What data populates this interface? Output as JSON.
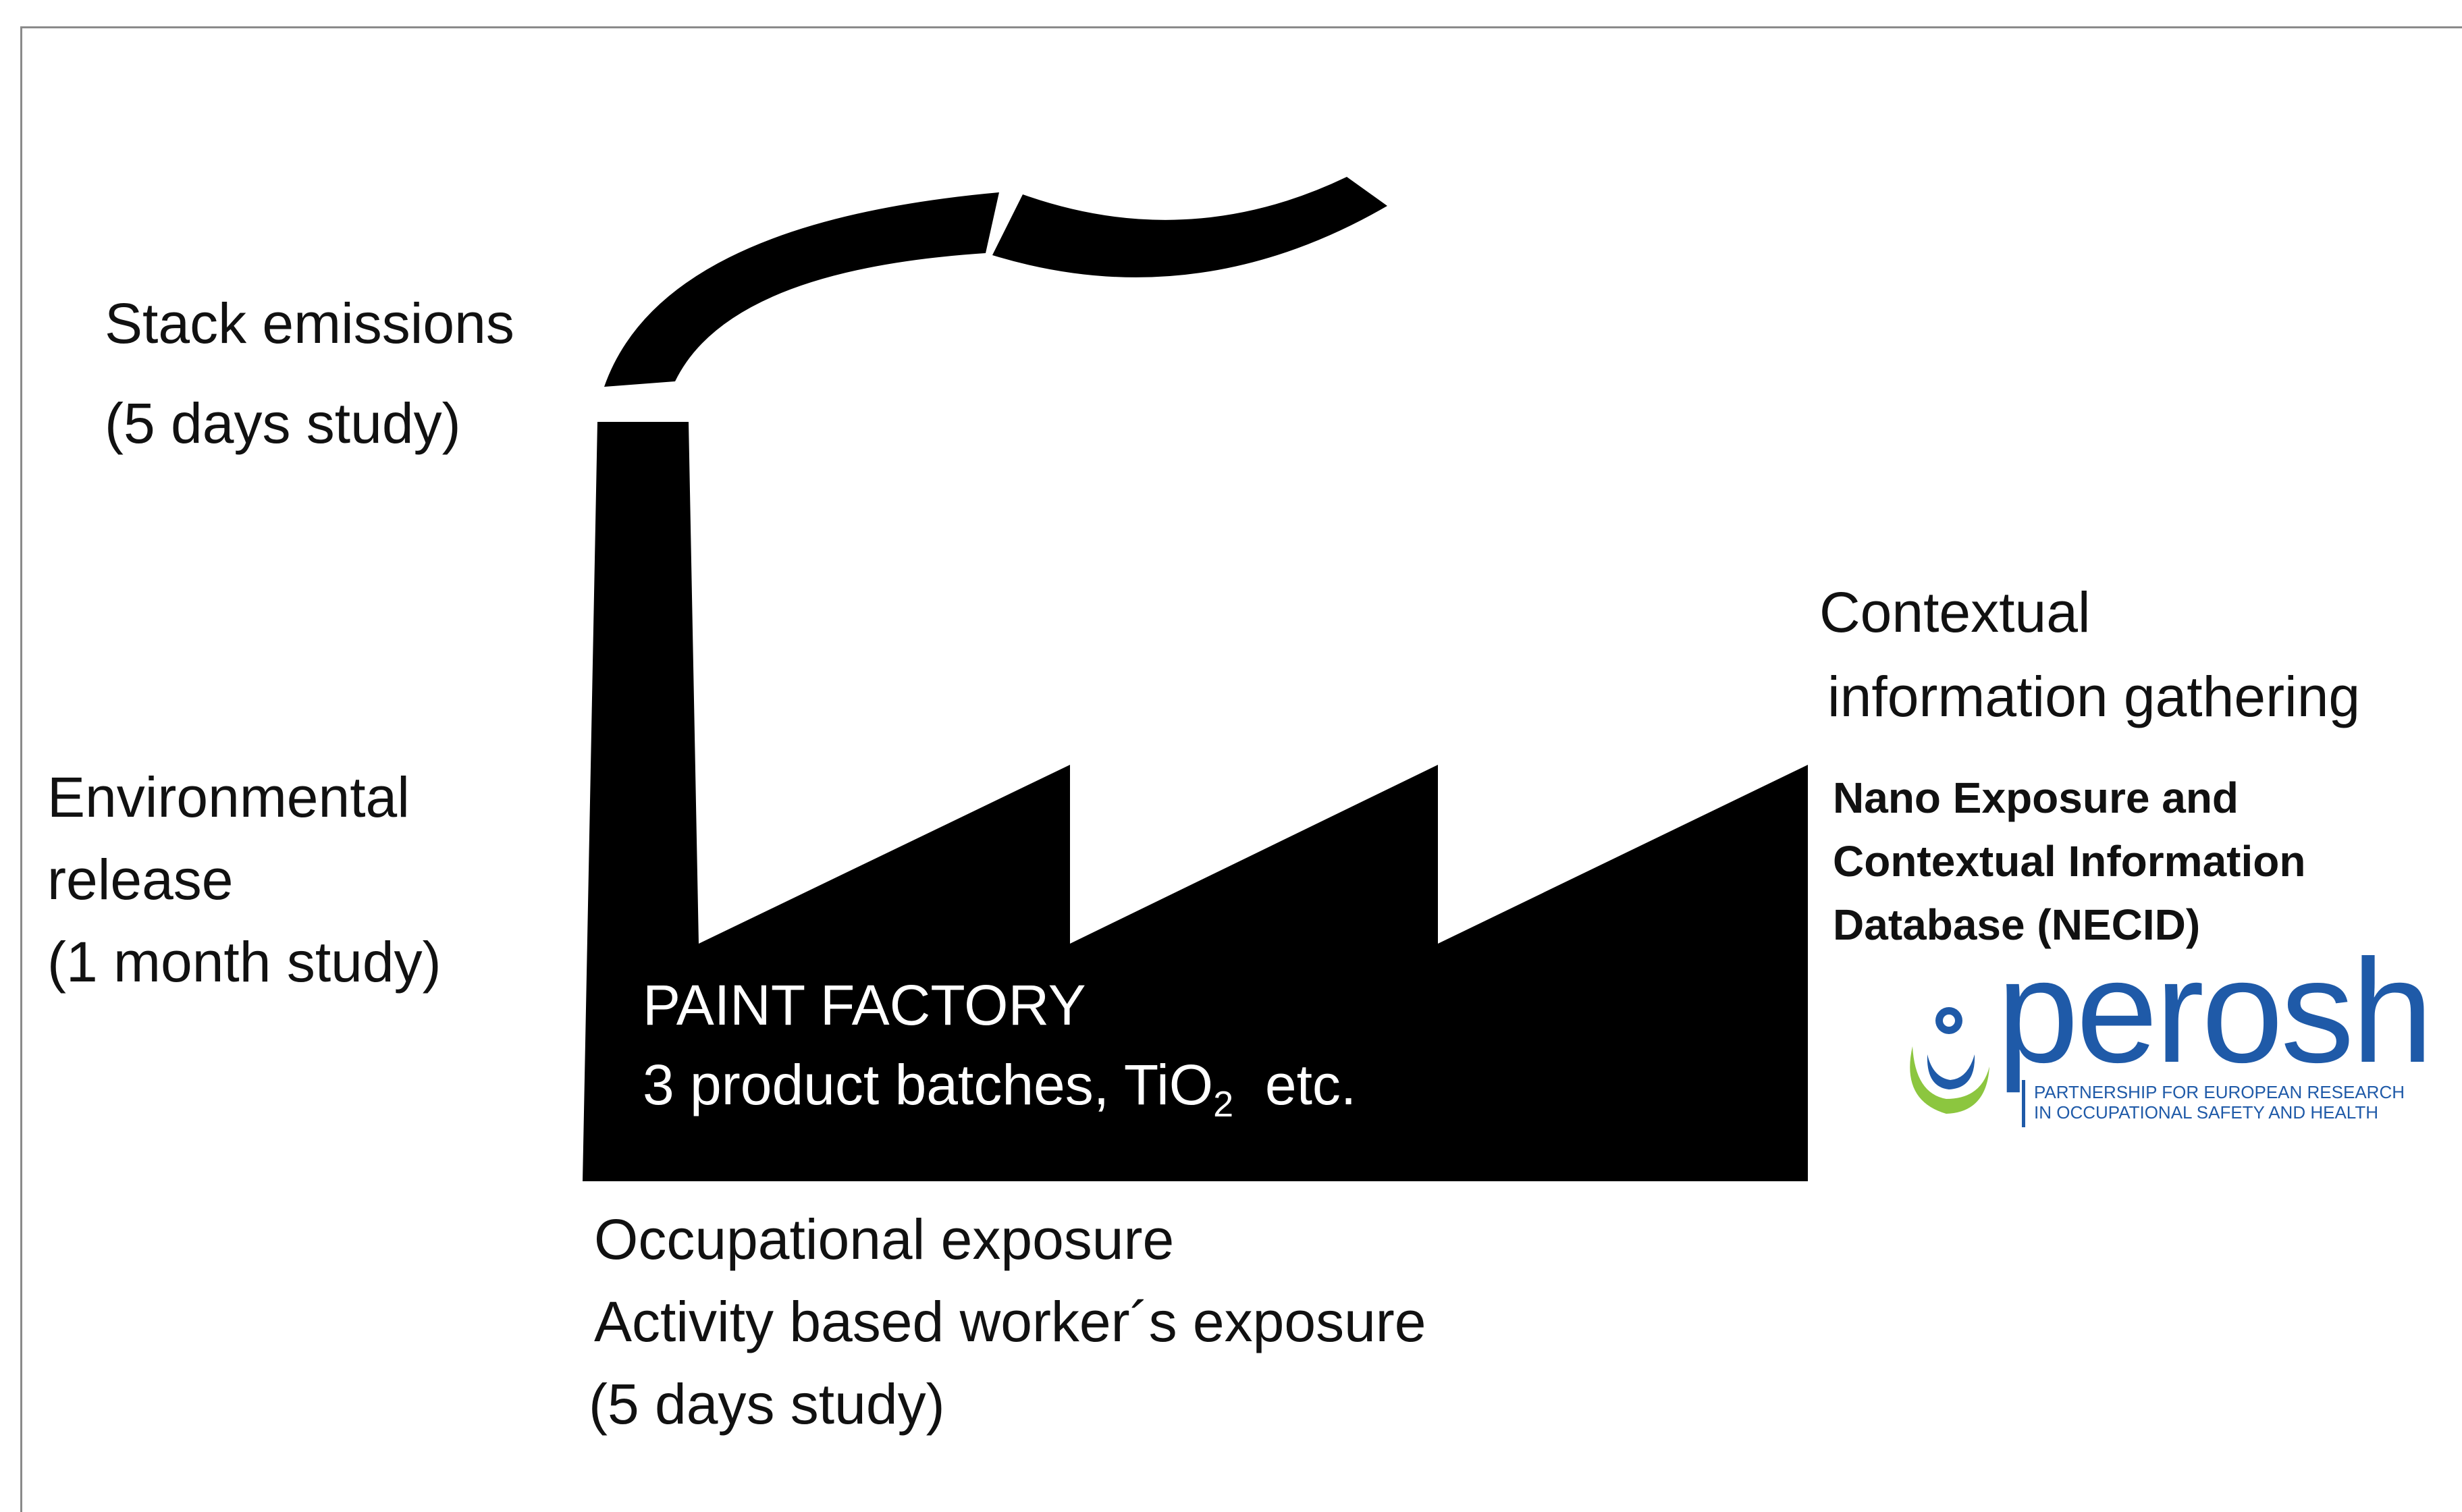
{
  "labels": {
    "stack": {
      "line1": "Stack emissions",
      "line2": "(5 days study)"
    },
    "environmental": {
      "line1": "Environmental",
      "line2": "release",
      "line3": "(1 month study)"
    },
    "contextual": {
      "line1": "Contextual",
      "line2": "information gathering"
    },
    "occupational": {
      "line1": "Occupational exposure",
      "line2": "Activity based worker´s exposure",
      "line3": "(5 days study)"
    }
  },
  "factory": {
    "title": "PAINT FACTORY",
    "line2_prefix": "3 product batches, TiO",
    "line2_sub": "2",
    "line2_suffix": "  etc."
  },
  "necid": {
    "line1": "Nano Exposure and",
    "line2": "Contextual Information",
    "line3": "Database  (NECID)"
  },
  "logo": {
    "word": "perosh",
    "tagline1": "PARTNERSHIP FOR EUROPEAN RESEARCH",
    "tagline2": "IN OCCUPATIONAL SAFETY AND HEALTH",
    "colors": {
      "blue": "#1f5aa8",
      "green": "#8cc63f"
    }
  },
  "colors": {
    "factory": "#000000",
    "frame": "#8a8a8a"
  }
}
